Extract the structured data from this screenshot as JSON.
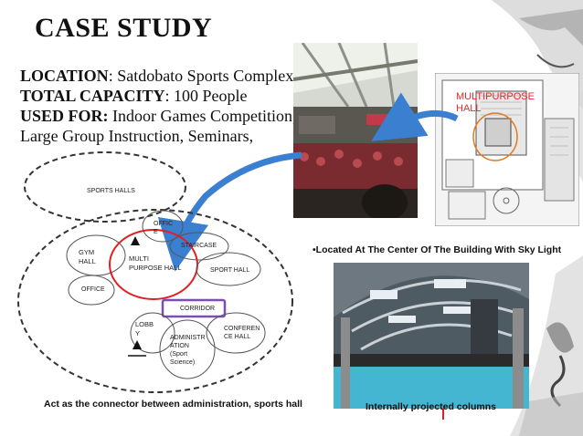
{
  "title": "CASE STUDY",
  "info": {
    "location_key": "LOCATION",
    "location_val": ": Satdobato Sports Complex",
    "capacity_key": "TOTAL CAPACITY",
    "capacity_val": ": 100 People",
    "used_key": "USED FOR:",
    "used_val": " Indoor Games Competition, Large Group Instruction, Seminars,"
  },
  "plan_label_1": "MULTIPURPOSE",
  "plan_label_2": "HALL",
  "caption_center": "•Located At The Center Of The Building With Sky Light",
  "caption_columns": "Internally projected columns",
  "caption_connector": "Act as the connector between administration, sports hall",
  "diagram": {
    "sports_halls": "SPORTS HALLS",
    "office_top_1": "OFFIC",
    "office_top_2": "E",
    "staircase": "STAIRCASE",
    "gym_1": "GYM",
    "gym_2": "HALL",
    "multi_1": "MULTI",
    "multi_2": "PURPOSE HALL",
    "sport_hall": "SPORT HALL",
    "office": "OFFICE",
    "corridor": "CORRIDOR",
    "lobby_1": "LOBB",
    "lobby_2": "Y",
    "conference_1": "CONFEREN",
    "conference_2": "CE HALL",
    "admin_1": "ADMINISTR",
    "admin_2": "ATION",
    "admin_3": "(Sport",
    "admin_4": "Science)"
  },
  "colors": {
    "plan_label": "#e8282b",
    "arrow": "#3a7fd0",
    "corridor_box": "#7a4fb0",
    "red_ring": "#e02020"
  }
}
